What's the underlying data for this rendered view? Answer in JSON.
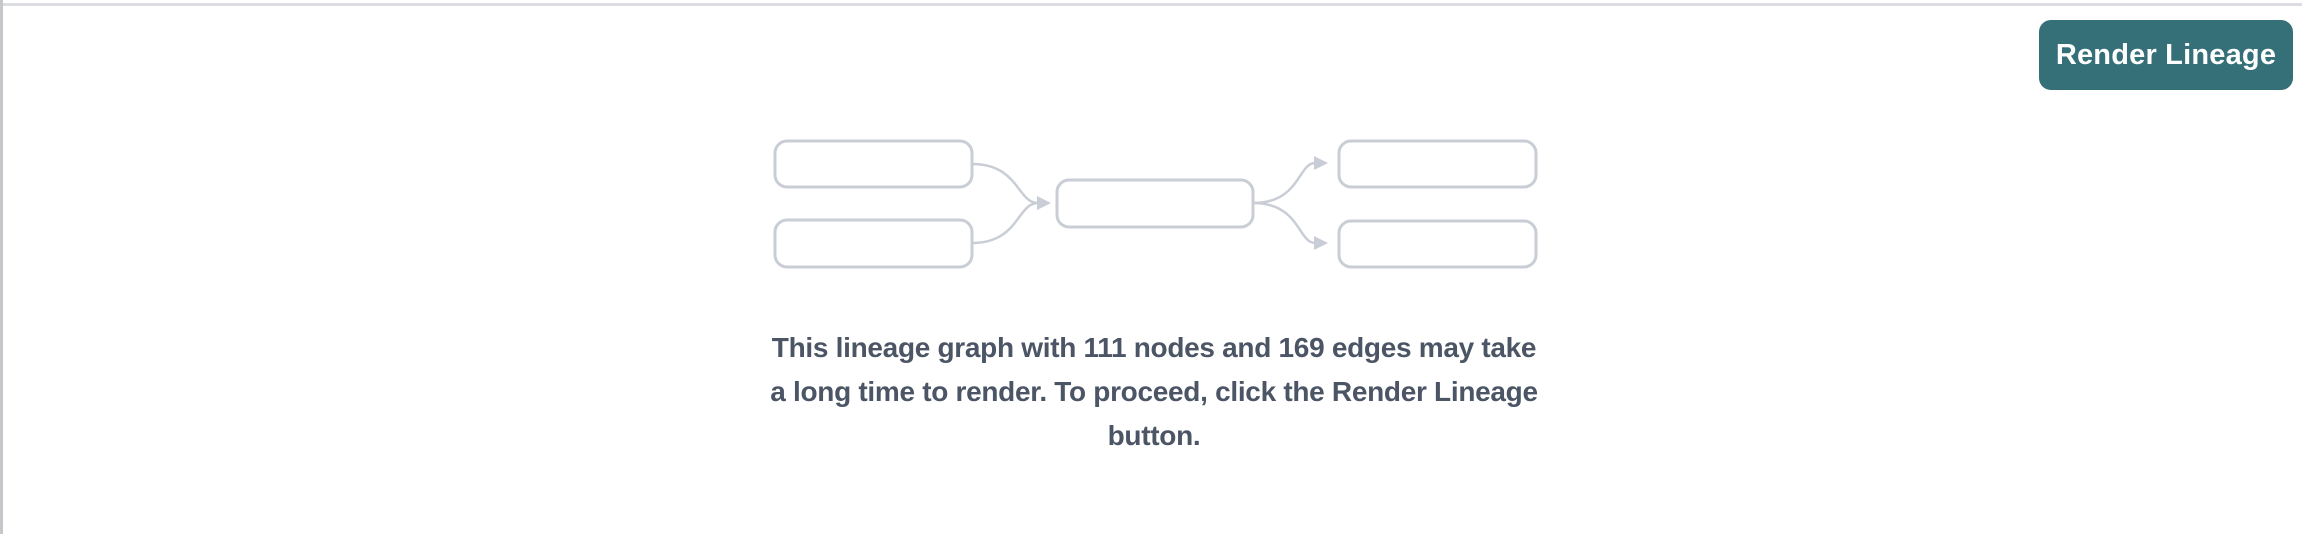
{
  "toolbar": {
    "render_lineage_label": "Render Lineage"
  },
  "message": {
    "full_text": "This lineage graph with 111 nodes and 169 edges may take a long time to render. To proceed, click the Render Lineage button.",
    "lines": [
      "This lineage graph with 111 nodes and 169 edges may take",
      "a long time to render. To proceed, click the Render Lineage",
      "button."
    ],
    "node_count": "111",
    "edge_count": "169"
  },
  "colors": {
    "accent": "#356f78",
    "accent_text": "#ffffff",
    "diagram_stroke": "#c9cdd5",
    "message_text": "#4b5565",
    "panel_border_left": "#c6c7ca",
    "panel_border_top": "#dcdde0",
    "page_bg": "#ffffff"
  }
}
